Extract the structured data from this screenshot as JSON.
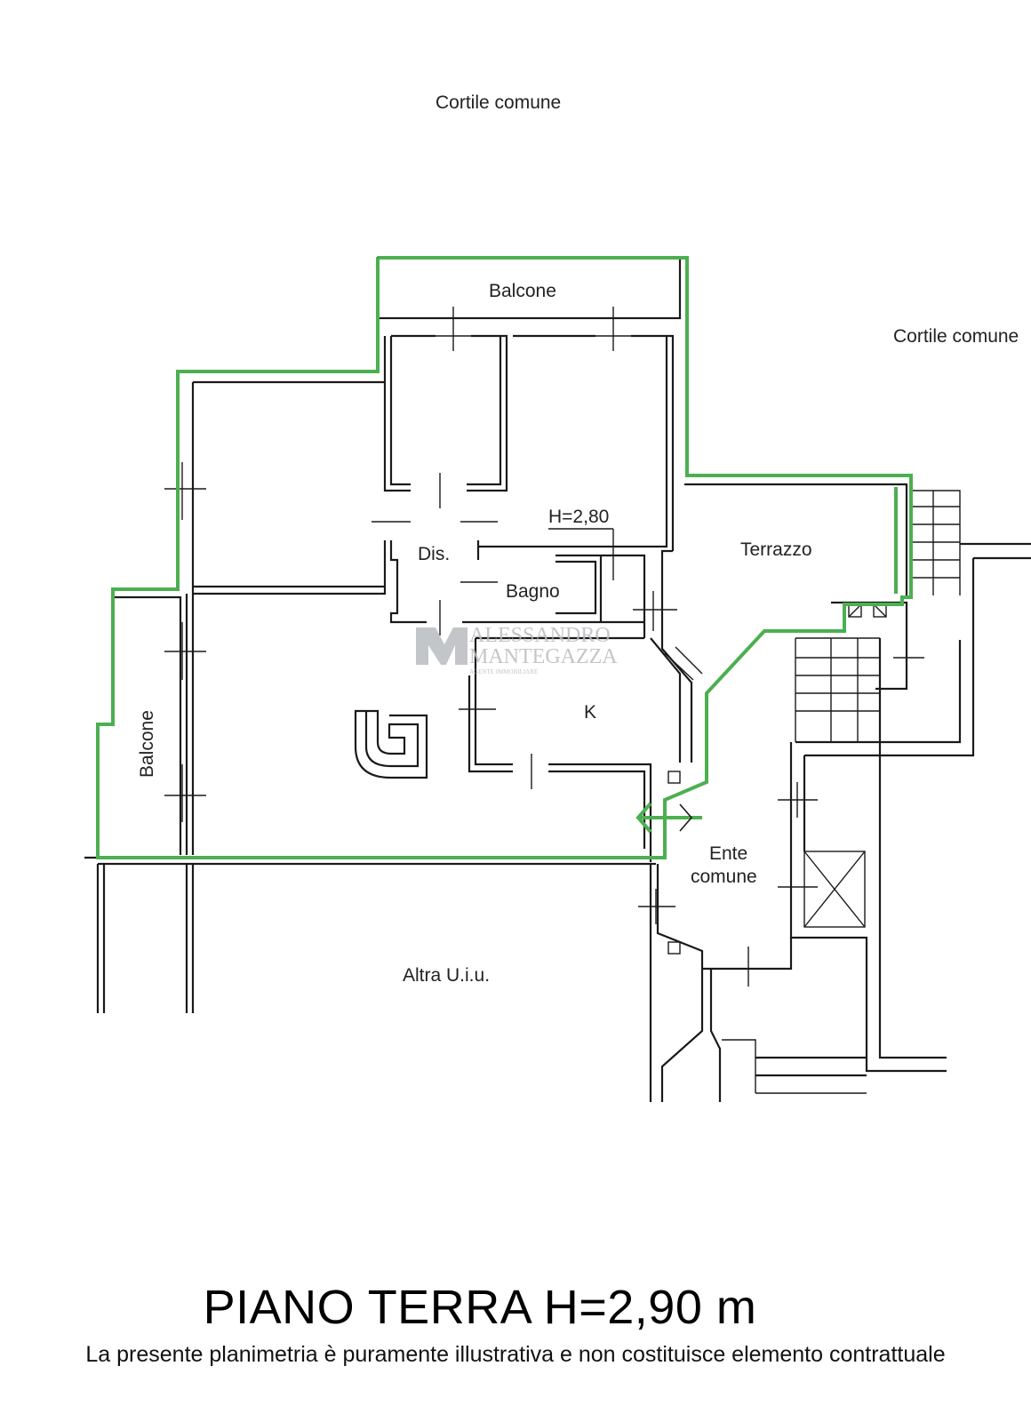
{
  "plan": {
    "labels": {
      "cortile_top": "Cortile comune",
      "cortile_right": "Cortile comune",
      "balcone_top": "Balcone",
      "balcone_left": "Balcone",
      "height_note": "H=2,80",
      "terrazzo": "Terrazzo",
      "dis": "Dis.",
      "bagno": "Bagno",
      "kitchen": "K",
      "ente_line1": "Ente",
      "ente_line2": "comune",
      "altra": "Altra U.i.u."
    },
    "watermark": {
      "line1": "ALESSANDRO",
      "line2": "MANTEGAZZA",
      "line3": "AGENTE IMMOBILIARE"
    },
    "colors": {
      "unit_outline": "#4caf50",
      "walls": "#1a1a1a"
    }
  },
  "caption": {
    "title": "PIANO TERRA H=2,90 m",
    "note": "La presente planimetria è puramente illustrativa e non costituisce elemento contrattuale"
  }
}
